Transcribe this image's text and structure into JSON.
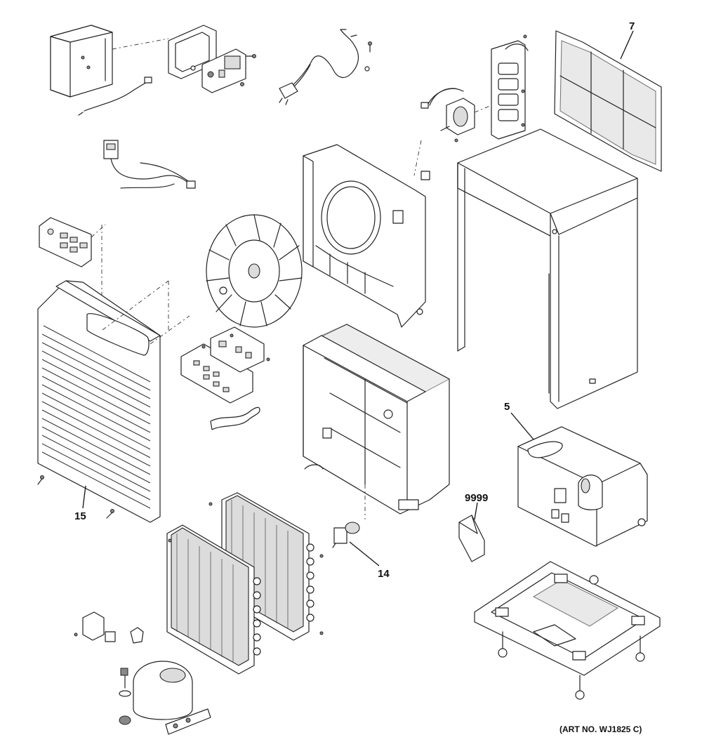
{
  "callouts": {
    "c7": "7",
    "c5": "5",
    "c15": "15",
    "c14": "14",
    "c9999": "9999"
  },
  "art_number": "(ART NO. WJ1825 C)",
  "colors": {
    "line": "#222222",
    "shade": "#dcdcdc",
    "background": "#ffffff"
  }
}
